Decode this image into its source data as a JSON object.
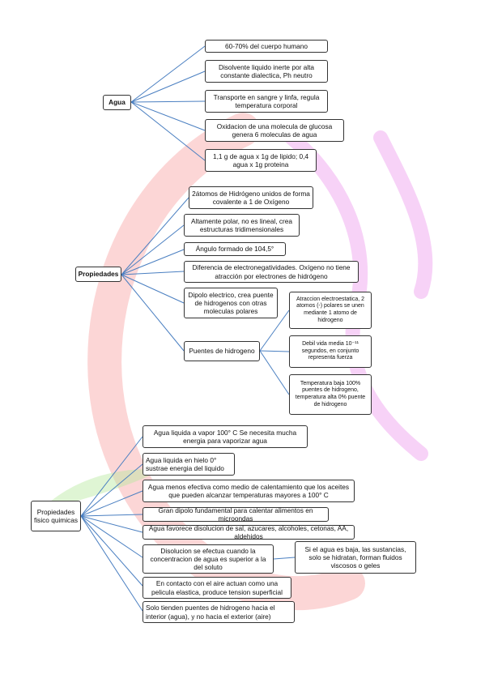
{
  "root_nodes": {
    "agua": "Agua",
    "propiedades": "Propiedades",
    "fisicoquimicas": "Propiedades fisico quimicas"
  },
  "agua_items": [
    "60-70% del cuerpo humano",
    "Disolvente liquido inerte por alta constante dialectica, Ph neutro",
    "Transporte en sangre y linfa, regula temperatura corporal",
    "Oxidacion de una molecula de glucosa genera 6 moleculas de agua",
    "1,1 g de agua x 1g de lipido; 0,4 agua x 1g proteina"
  ],
  "propiedades_items": [
    "2átomos de Hidrógeno unidos de forma covalente a 1 de Oxígeno",
    "Altamente polar, no es lineal, crea estructuras tridimensionales",
    "Ángulo formado de 104,5°",
    "Diferencia de electronegatividades. Oxígeno no tiene atracción por electrones de hidrógeno",
    "Dipolo electrico, crea puente de hidrogenos con otras moleculas polares",
    "Puentes de hidrogeno"
  ],
  "puentes_items": [
    "Atraccion electroestatica, 2 atomos (-) polares se unen mediante 1 atomo de hidrogeno",
    "Debil vida media 10⁻¹¹ segundos, en conjunto representa fuerza",
    "Temperatura baja 100% puentes de hidrogeno, temperatura alta 0% puente de hidrogeno"
  ],
  "fisico_items": [
    "Agua liquida a vapor 100° C Se necesita mucha energia para vaporizar agua",
    "Agua liquida en hielo 0° sustrae energia del liquido",
    "Agua menos efectiva como medio de calentamiento que los aceites que pueden alcanzar temperaturas mayores a 100° C",
    "Gran dipolo fundamental para calentar alimentos en microondas",
    "Agua favorece disolucion de sal, azucares, alcoholes, cetonas, AA, aldehidos",
    "Disolucion se efectua cuando la concentracion de agua es superior a la del soluto",
    "En contacto con el aire actuan como una pelicula elastica, produce tension superficial",
    "Solo tienden puentes de hidrogeno hacia el interior (agua), y no hacia el exterior (aire)"
  ],
  "disolucion_item": "Si el agua es baja, las sustancias, solo se hidratan, forman fluidos viscosos o geles",
  "colors": {
    "line": "#4a7fc1",
    "border": "#333333",
    "watermark_red": "#f58a8a",
    "watermark_magenta": "#e46be6",
    "watermark_green": "#b9e8a0"
  }
}
